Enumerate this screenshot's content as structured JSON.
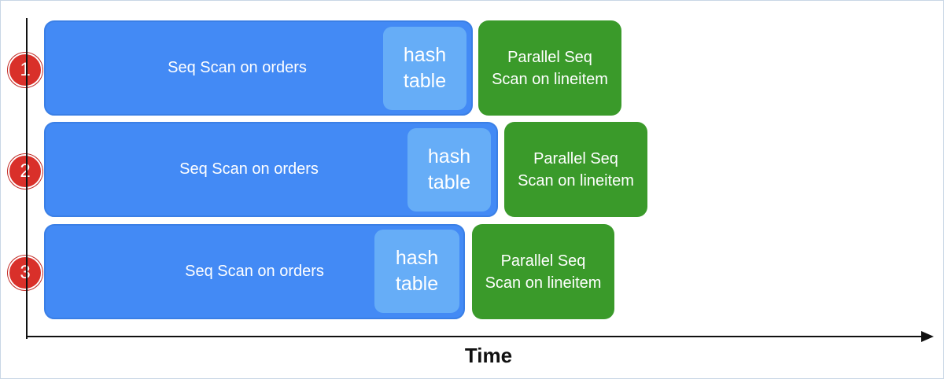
{
  "rows": [
    {
      "number": "1",
      "scan_label": "Seq Scan on orders",
      "hash_line1": "hash",
      "hash_line2": "table",
      "parallel_line1": "Parallel Seq",
      "parallel_line2": "Scan on lineitem"
    },
    {
      "number": "2",
      "scan_label": "Seq Scan on orders",
      "hash_line1": "hash",
      "hash_line2": "table",
      "parallel_line1": "Parallel Seq",
      "parallel_line2": "Scan on lineitem"
    },
    {
      "number": "3",
      "scan_label": "Seq Scan on orders",
      "hash_line1": "hash",
      "hash_line2": "table",
      "parallel_line1": "Parallel Seq",
      "parallel_line2": "Scan on lineitem"
    }
  ],
  "axis": {
    "x_label": "Time"
  },
  "colors": {
    "scan_block": "#438af5",
    "hash_block": "#66adf7",
    "parallel_block": "#3a9a2a",
    "badge": "#d9302a",
    "axis": "#111111"
  }
}
